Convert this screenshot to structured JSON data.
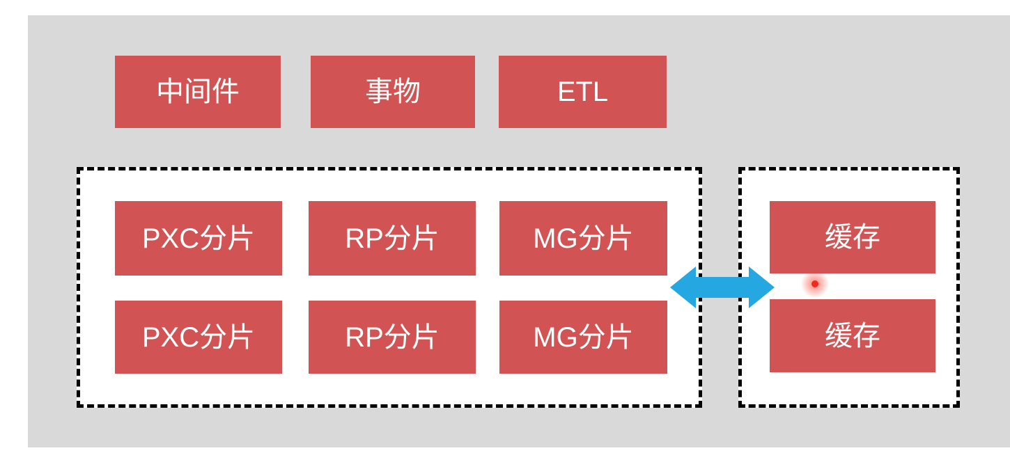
{
  "top_row": [
    {
      "label": "中间件"
    },
    {
      "label": "事物"
    },
    {
      "label": "ETL"
    }
  ],
  "shard_grid": [
    [
      {
        "label": "PXC分片"
      },
      {
        "label": "RP分片"
      },
      {
        "label": "MG分片"
      }
    ],
    [
      {
        "label": "PXC分片"
      },
      {
        "label": "RP分片"
      },
      {
        "label": "MG分片"
      }
    ]
  ],
  "cache_column": [
    {
      "label": "缓存"
    },
    {
      "label": "缓存"
    }
  ],
  "icons": {
    "double_arrow": "double-arrow-icon",
    "pointer_indicator": "pointer-indicator-dot"
  },
  "colors": {
    "node_red": "#d15353",
    "panel_gray": "#d9d9d9",
    "arrow_blue": "#25a8e2",
    "dashed_border": "#000000",
    "indicator_red": "#ee2b1c",
    "node_text": "#ffffff"
  }
}
